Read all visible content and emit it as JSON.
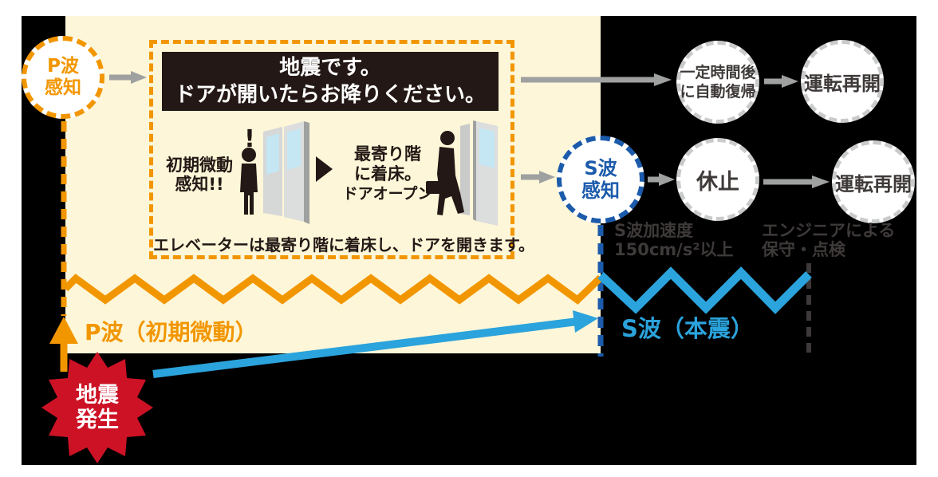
{
  "colors": {
    "orange": "#F29600",
    "cream_panel": "#FDF6D8",
    "burst_red": "#CD1225",
    "s_wave_cyan": "#2BA3DC",
    "s_circle_blue": "#1C5BAB",
    "arrow_gray": "#9FA0A0",
    "circle_border_gray": "#C9CACA",
    "dark_text": "#3E3A39",
    "ink_black": "#231815",
    "canvas_black": "#000000",
    "page_white": "#FFFFFF"
  },
  "p_circle": {
    "line1": "P波",
    "line2": "感知"
  },
  "alert_box": {
    "banner_line1": "地震です。",
    "banner_line2": "ドアが開いたらお降りください。",
    "detect_line1": "初期微動",
    "detect_line2": "感知!!",
    "exclamation_icon": "!",
    "land_line1": "最寄り階",
    "land_line2": "に着床。",
    "land_line3": "ドアオープン",
    "caption": "エレベーターは最寄り階に着床し、ドアを開きます。"
  },
  "s_circle": {
    "line1": "S波",
    "line2": "感知"
  },
  "flow": {
    "auto_line1": "一定時間後",
    "auto_line2": "に自動復帰",
    "resume_top": "運転再開",
    "pause": "休止",
    "resume_bottom": "運転再開"
  },
  "notes": {
    "s_accel_line1": "S波加速度",
    "s_accel_line2": "150cm/s²以上",
    "engineer_line1": "エンジニアによる",
    "engineer_line2": "保守・点検"
  },
  "wave_labels": {
    "p": "P波（初期微動）",
    "s": "S波（本震）"
  },
  "burst": {
    "line1": "地震",
    "line2": "発生"
  }
}
